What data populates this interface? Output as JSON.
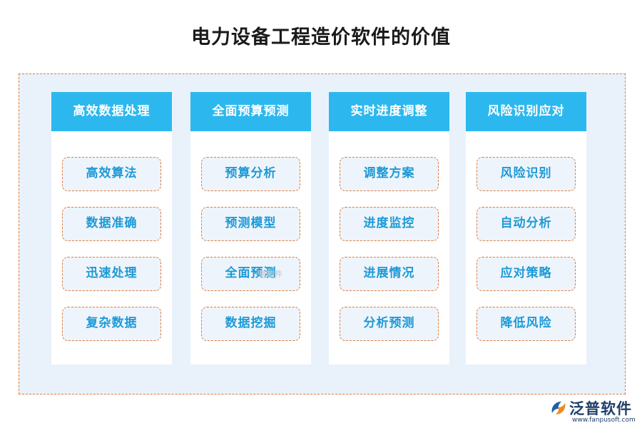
{
  "title": "电力设备工程造价软件的价值",
  "columns": [
    {
      "header": "高效数据处理",
      "items": [
        "高效算法",
        "数据准确",
        "迅速处理",
        "复杂数据"
      ]
    },
    {
      "header": "全面预算预测",
      "items": [
        "预算分析",
        "预测模型",
        "全面预测",
        "数据挖掘"
      ]
    },
    {
      "header": "实时进度调整",
      "items": [
        "调整方案",
        "进度监控",
        "进展情况",
        "分析预测"
      ]
    },
    {
      "header": "风险识别应对",
      "items": [
        "风险识别",
        "自动分析",
        "应对策略",
        "降低风险"
      ]
    }
  ],
  "watermark": "普软件",
  "brand": {
    "name": "泛普软件",
    "url": "www.fanpusoft.com"
  },
  "colors": {
    "header_bg": "#2cb8ee",
    "item_text": "#1d9ad6",
    "dash_border": "#e07b3a",
    "frame_bg": "#e9f2fb"
  }
}
